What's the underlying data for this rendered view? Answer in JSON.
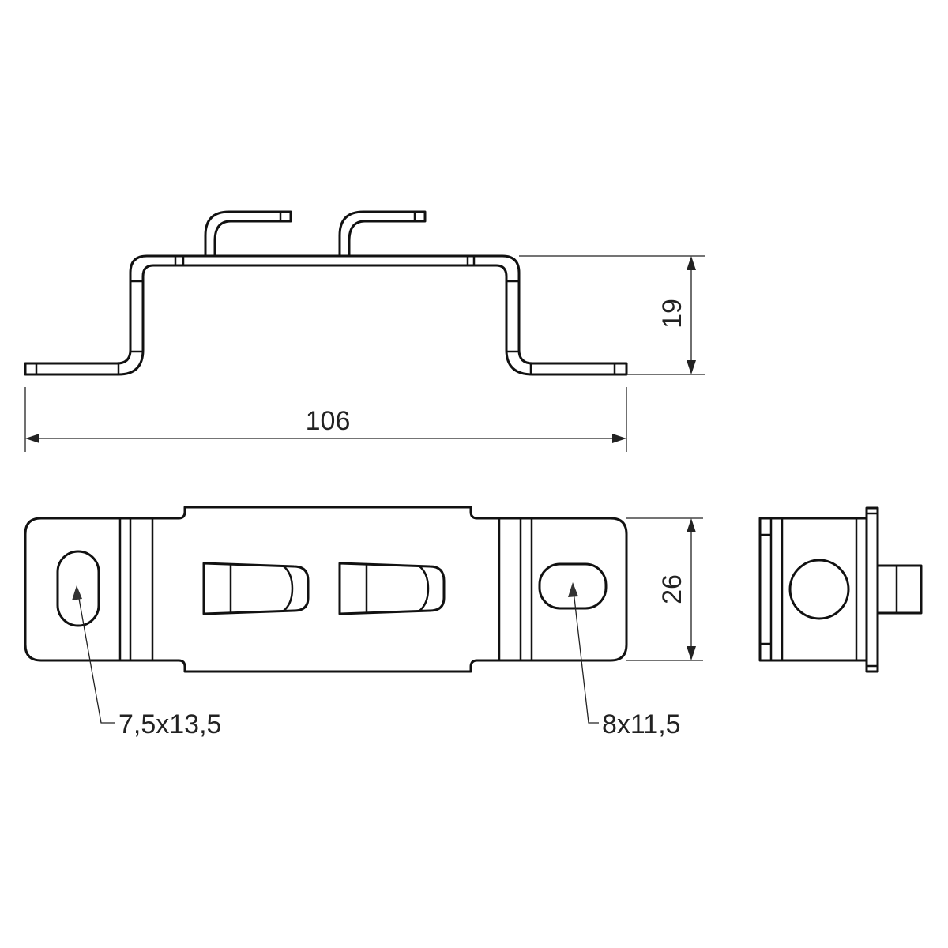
{
  "drawing": {
    "dimensions": {
      "overall_length": "106",
      "height": "19",
      "width": "26"
    },
    "callouts": {
      "left_slot": "7,5x13,5",
      "right_slot": "8x11,5"
    },
    "line_color": "#111111"
  }
}
